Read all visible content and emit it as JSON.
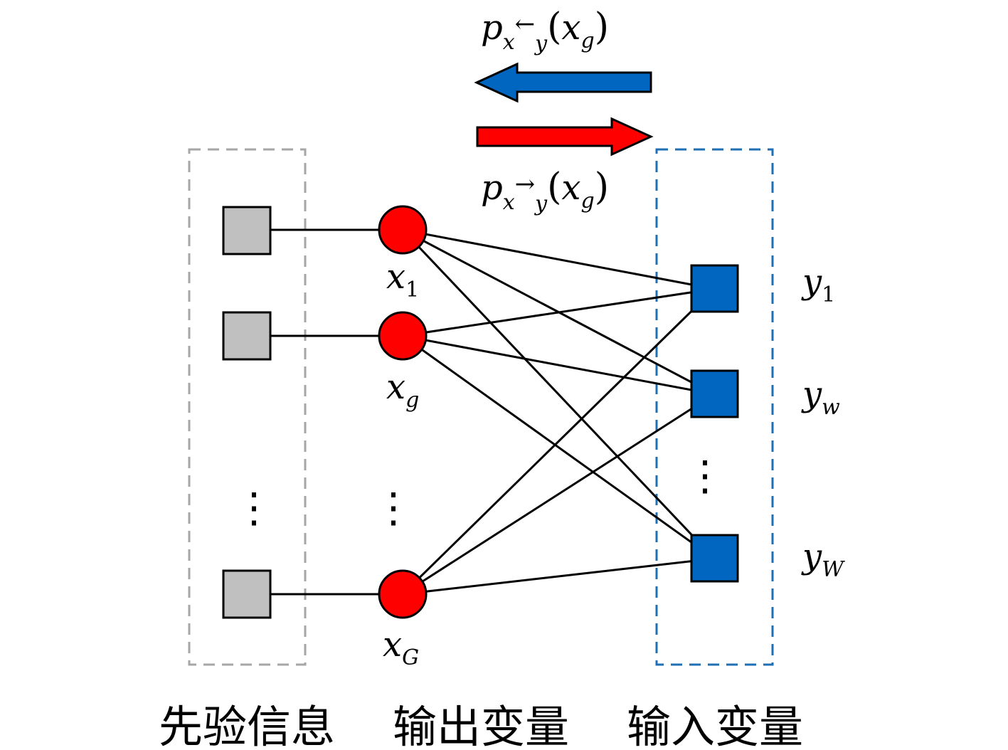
{
  "colors": {
    "factor_prior": "#c0c0c0",
    "variable_node": "#ff0000",
    "factor_input": "#0066c0",
    "arrow_left": "#0066c0",
    "arrow_right": "#ff0000",
    "box_prior": "#a6a6a6",
    "box_input": "#1f6fb4",
    "edge": "#000000"
  },
  "messages": {
    "top": {
      "base": "p",
      "sub_left": "x",
      "arrow": "←",
      "sub_right": "y",
      "paren_open": "(",
      "arg": "x",
      "arg_sub": "g",
      "paren_close": ")"
    },
    "bottom": {
      "base": "p",
      "sub_left": "x",
      "arrow": "→",
      "sub_right": "y",
      "paren_open": "(",
      "arg": "x",
      "arg_sub": "g",
      "paren_close": ")"
    }
  },
  "variables": [
    {
      "base": "x",
      "sub": "1"
    },
    {
      "base": "x",
      "sub": "g"
    },
    {
      "base": "x",
      "sub": "G"
    }
  ],
  "outputs": [
    {
      "base": "y",
      "sub": "1"
    },
    {
      "base": "y",
      "sub": "w"
    },
    {
      "base": "y",
      "sub": "W"
    }
  ],
  "ellipsis": "⋮",
  "labels": {
    "prior": "先验信息",
    "output_vars": "输出变量",
    "input_vars": "输入变量"
  }
}
